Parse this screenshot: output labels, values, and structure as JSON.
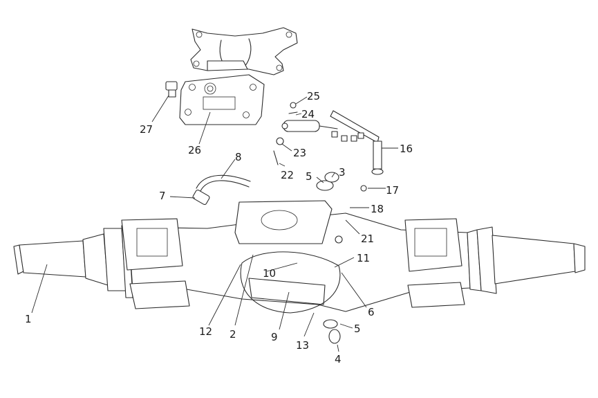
{
  "diagram": {
    "callouts": [
      {
        "id": "c1",
        "text": "1"
      },
      {
        "id": "c2",
        "text": "2"
      },
      {
        "id": "c3",
        "text": "3"
      },
      {
        "id": "c4",
        "text": "4"
      },
      {
        "id": "c5a",
        "text": "5"
      },
      {
        "id": "c5b",
        "text": "5"
      },
      {
        "id": "c6",
        "text": "6"
      },
      {
        "id": "c7",
        "text": "7"
      },
      {
        "id": "c8",
        "text": "8"
      },
      {
        "id": "c9",
        "text": "9"
      },
      {
        "id": "c10",
        "text": "10"
      },
      {
        "id": "c11",
        "text": "11"
      },
      {
        "id": "c12",
        "text": "12"
      },
      {
        "id": "c13",
        "text": "13"
      },
      {
        "id": "c16",
        "text": "16"
      },
      {
        "id": "c17",
        "text": "17"
      },
      {
        "id": "c18",
        "text": "18"
      },
      {
        "id": "c21",
        "text": "21"
      },
      {
        "id": "c22",
        "text": "22"
      },
      {
        "id": "c23",
        "text": "23"
      },
      {
        "id": "c24",
        "text": "24"
      },
      {
        "id": "c25",
        "text": "25"
      },
      {
        "id": "c26",
        "text": "26"
      },
      {
        "id": "c27",
        "text": "27"
      }
    ]
  }
}
